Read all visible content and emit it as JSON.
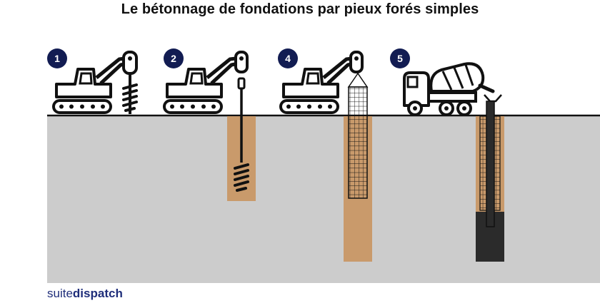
{
  "title": "Le bétonnage de fondations par pieux forés simples",
  "steps": [
    {
      "number": "1"
    },
    {
      "number": "2"
    },
    {
      "number": "4"
    },
    {
      "number": "5"
    }
  ],
  "brand": {
    "prefix": "suite",
    "suffix": "dispatch"
  },
  "colors": {
    "ground": "#cccccc",
    "borehole": "#c99a6b",
    "concrete": "#2b2b2b",
    "badge": "#121c52",
    "brand": "#1f2e7a",
    "machine": "#111111"
  }
}
